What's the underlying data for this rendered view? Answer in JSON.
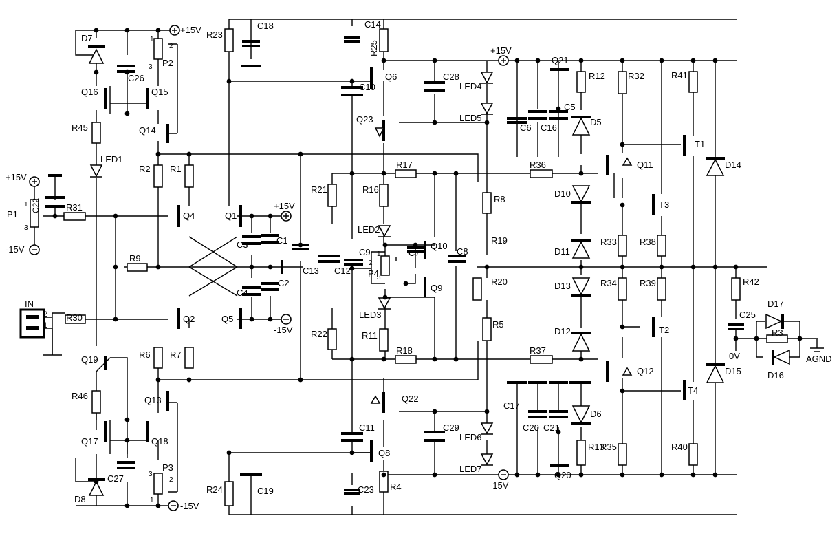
{
  "schematic": {
    "rails": {
      "pos_top": "+15V",
      "pos_left": "+15V",
      "pos_q1": "+15V",
      "pos_right": "+15V",
      "neg_left": "-15V",
      "neg_q5": "-15V",
      "neg_bottom": "-15V",
      "neg_right": "-15V",
      "gnd_out": "0V",
      "agnd": "AGND"
    },
    "connector": {
      "label": "IN",
      "pin1": "1",
      "pin2": "2"
    },
    "pot_pins": {
      "one": "1",
      "two": "2",
      "three": "3"
    },
    "transistors": {
      "Q1": "Q1",
      "Q2": "Q2",
      "Q4": "Q4",
      "Q5": "Q5",
      "Q6": "Q6",
      "Q8": "Q8",
      "Q9": "Q9",
      "Q10": "Q10",
      "Q11": "Q11",
      "Q12": "Q12",
      "Q13": "Q13",
      "Q14": "Q14",
      "Q15": "Q15",
      "Q16": "Q16",
      "Q17": "Q17",
      "Q18": "Q18",
      "Q19": "Q19",
      "Q20": "Q20",
      "Q21": "Q21",
      "Q22": "Q22",
      "Q23": "Q23",
      "T1": "T1",
      "T2": "T2",
      "T3": "T3",
      "T4": "T4"
    },
    "resistors": {
      "R1": "R1",
      "R2": "R2",
      "R3": "R3",
      "R4": "R4",
      "R5": "R5",
      "R6": "R6",
      "R7": "R7",
      "R8": "R8",
      "R9": "R9",
      "R11": "R11",
      "R12": "R12",
      "R13": "R13",
      "R16": "R16",
      "R17": "R17",
      "R18": "R18",
      "R19": "R19",
      "R20": "R20",
      "R21": "R21",
      "R22": "R22",
      "R23": "R23",
      "R24": "R24",
      "R25": "R25",
      "R30": "R30",
      "R31": "R31",
      "R32": "R32",
      "R33": "R33",
      "R34": "R34",
      "R35": "R35",
      "R36": "R36",
      "R37": "R37",
      "R38": "R38",
      "R39": "R39",
      "R40": "R40",
      "R41": "R41",
      "R42": "R42",
      "R45": "R45",
      "R46": "R46"
    },
    "capacitors": {
      "C1": "C1",
      "C2": "C2",
      "C3": "C3",
      "C4": "C4",
      "C5": "C5",
      "C6": "C6",
      "C7": "C7",
      "C8": "C8",
      "C9": "C9",
      "C10": "C10",
      "C11": "C11",
      "C12": "C12",
      "C13": "C13",
      "C14": "C14",
      "C16": "C16",
      "C17": "C17",
      "C18": "C18",
      "C19": "C19",
      "C20": "C20",
      "C21": "C21",
      "C22": "C22",
      "C23": "C23",
      "C25": "C25",
      "C26": "C26",
      "C27": "C27",
      "C28": "C28",
      "C29": "C29"
    },
    "diodes": {
      "D5": "D5",
      "D6": "D6",
      "D7": "D7",
      "D8": "D8",
      "D10": "D10",
      "D11": "D11",
      "D12": "D12",
      "D13": "D13",
      "D14": "D14",
      "D15": "D15",
      "D16": "D16",
      "D17": "D17"
    },
    "leds": {
      "LED1": "LED1",
      "LED2": "LED2",
      "LED3": "LED3",
      "LED4": "LED4",
      "LED5": "LED5",
      "LED6": "LED6",
      "LED7": "LED7"
    },
    "pots": {
      "P1": "P1",
      "P2": "P2",
      "P3": "P3",
      "P4": "P4"
    }
  }
}
